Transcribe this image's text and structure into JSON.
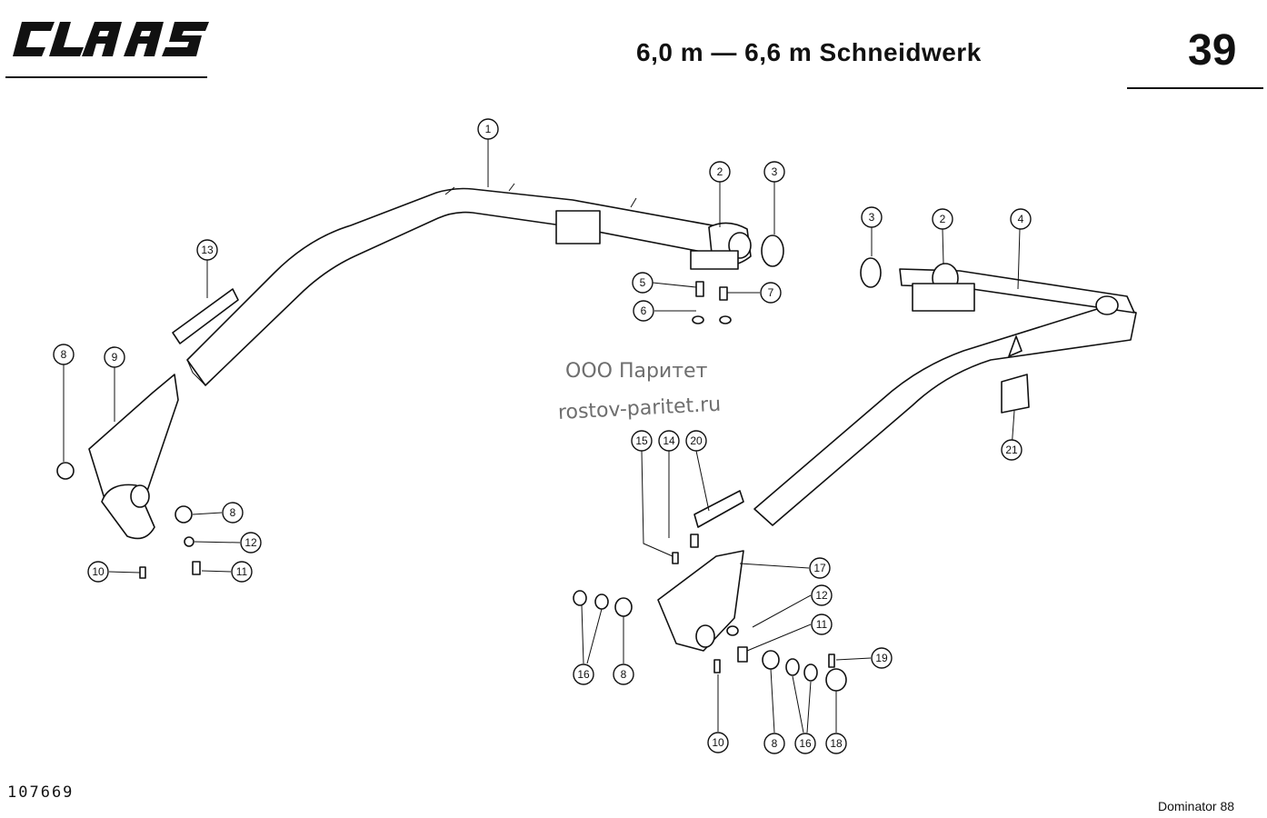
{
  "header": {
    "brand": "CLAAS",
    "title": "6,0 m — 6,6 m Schneidwerk",
    "page_number": "39"
  },
  "footer": {
    "figure_number": "107669",
    "model": "Dominator 88"
  },
  "watermark": {
    "line1": "ООО Паритет",
    "line2": "rostov-paritet.ru"
  },
  "parts": {
    "p1": "1",
    "p2a": "2",
    "p3a": "3",
    "p3b": "3",
    "p2b": "2",
    "p4": "4",
    "p13": "13",
    "p5": "5",
    "p7": "7",
    "p6": "6",
    "p8a": "8",
    "p9": "9",
    "p21": "21",
    "p15": "15",
    "p14": "14",
    "p20": "20",
    "p8b": "8",
    "p12a": "12",
    "p10a": "10",
    "p11a": "11",
    "p17": "17",
    "p12b": "12",
    "p11b": "11",
    "p19": "19",
    "p16a": "16",
    "p8c": "8",
    "p10b": "10",
    "p8d": "8",
    "p16b": "16",
    "p18": "18"
  }
}
